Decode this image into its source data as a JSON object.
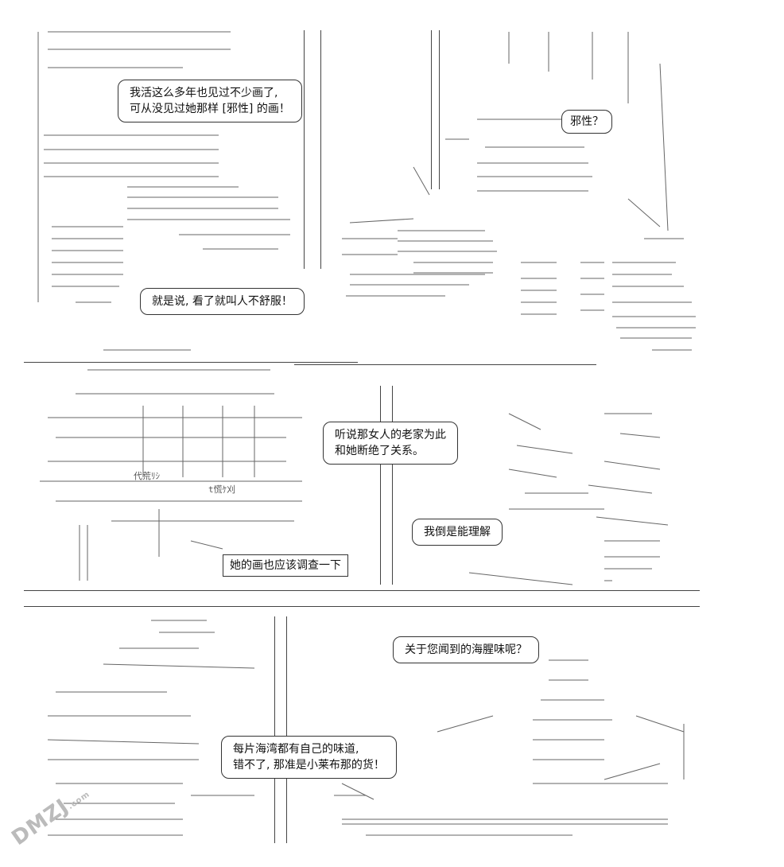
{
  "bubbles": {
    "b1_line1": "我活这么多年也见过不少画了,",
    "b1_line2": "可从没见过她那样 [邪性] 的画！",
    "b2": "邪性？",
    "b3": "就是说, 看了就叫人不舒服！",
    "b4_line1": "听说那女人的老家为此",
    "b4_line2": "和她断绝了关系。",
    "b5": "我倒是能理解",
    "b6": "她的画也应该调查一下",
    "b7": "关于您闻到的海腥味呢？",
    "b8_line1": "每片海湾都有自己的味道,",
    "b8_line2": "错不了, 那准是小莱布那的货！"
  },
  "art_labels": {
    "sign_left": "代荒ﾘｼ",
    "sign_right": "t慌ｹ刈"
  },
  "watermark": {
    "text": "DMZJ",
    "sub": ".com"
  }
}
